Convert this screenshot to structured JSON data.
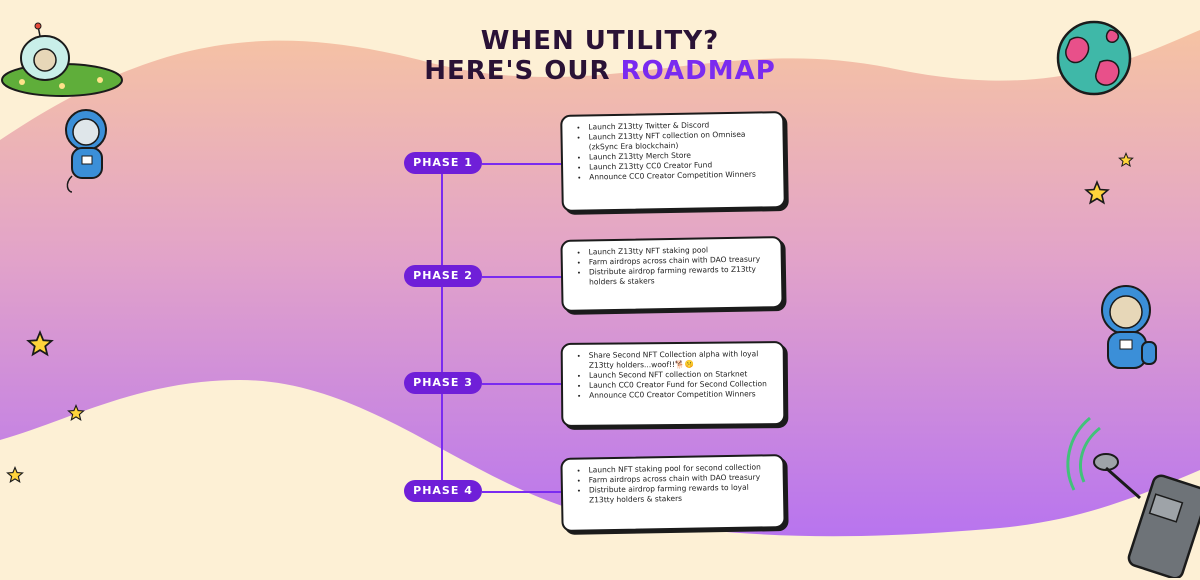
{
  "header": {
    "title_line1": "WHEN UTILITY?",
    "title_line2_prefix": "HERE'S OUR",
    "title_line2_accent": "ROADMAP"
  },
  "colors": {
    "accent": "#7a2bf0",
    "phase_pill": "#6f1fd8",
    "background_cream": "#fdf0d5",
    "wave_peach": "#f6c3a3",
    "wave_purple": "#b874ef"
  },
  "phases": [
    {
      "label": "PHASE 1",
      "items": [
        "Launch Z13tty Twitter & Discord",
        "Launch Z13tty NFT collection on Omnisea (zkSync Era blockchain)",
        "Launch Z13tty Merch Store",
        "Launch Z13tty CC0 Creator Fund",
        "Announce CC0 Creator Competition Winners"
      ]
    },
    {
      "label": "PHASE 2",
      "items": [
        "Launch Z13tty NFT staking pool",
        "Farm airdrops across chain with DAO treasury",
        "Distribute airdrop farming rewards to Z13tty holders & stakers"
      ]
    },
    {
      "label": "PHASE 3",
      "items": [
        "Share Second NFT Collection alpha with loyal Z13tty holders...woof!!🐕🤫",
        "Launch Second NFT collection on Starknet",
        "Launch CC0 Creator Fund for Second Collection",
        "Announce CC0 Creator Competition Winners"
      ]
    },
    {
      "label": "PHASE 4",
      "items": [
        "Launch NFT staking pool for second collection",
        "Farm airdrops across chain with DAO treasury",
        "Distribute airdrop farming rewards to loyal Z13tty holders & stakers"
      ]
    }
  ],
  "decorations": [
    {
      "name": "ufo-icon"
    },
    {
      "name": "astronaut-cat-icon"
    },
    {
      "name": "planet-icon"
    },
    {
      "name": "star-icon"
    },
    {
      "name": "astronaut-dog-icon"
    },
    {
      "name": "satellite-robot-icon"
    }
  ]
}
